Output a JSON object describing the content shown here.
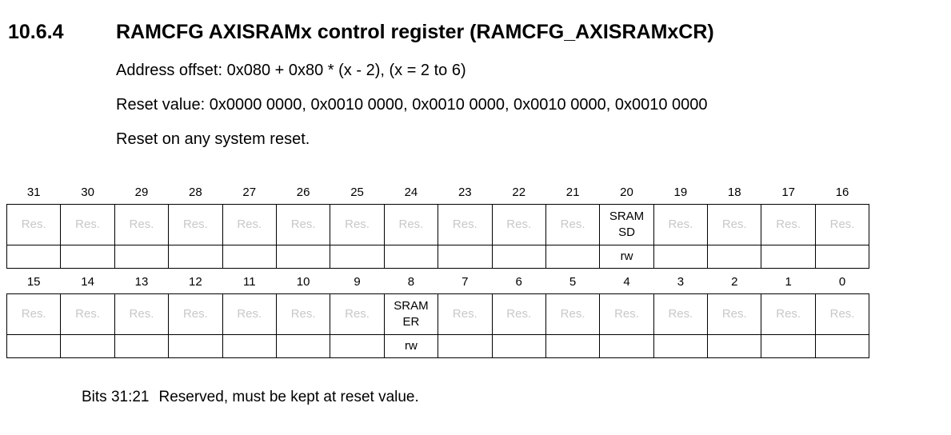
{
  "section": {
    "number": "10.6.4",
    "title": "RAMCFG AXISRAMx control register (RAMCFG_AXISRAMxCR)"
  },
  "paragraphs": {
    "address_offset": "Address offset: 0x080 + 0x80 * (x - 2), (x = 2 to 6)",
    "reset_value": "Reset value: 0x0000 0000, 0x0010 0000, 0x0010 0000, 0x0010 0000, 0x0010 0000",
    "reset_note": "Reset on any system reset."
  },
  "register": {
    "high": {
      "bits": [
        "31",
        "30",
        "29",
        "28",
        "27",
        "26",
        "25",
        "24",
        "23",
        "22",
        "21",
        "20",
        "19",
        "18",
        "17",
        "16"
      ],
      "fields": [
        {
          "l1": "Res.",
          "l2": ""
        },
        {
          "l1": "Res.",
          "l2": ""
        },
        {
          "l1": "Res.",
          "l2": ""
        },
        {
          "l1": "Res.",
          "l2": ""
        },
        {
          "l1": "Res.",
          "l2": ""
        },
        {
          "l1": "Res.",
          "l2": ""
        },
        {
          "l1": "Res.",
          "l2": ""
        },
        {
          "l1": "Res.",
          "l2": ""
        },
        {
          "l1": "Res.",
          "l2": ""
        },
        {
          "l1": "Res.",
          "l2": ""
        },
        {
          "l1": "Res.",
          "l2": ""
        },
        {
          "l1": "SRAM",
          "l2": "SD"
        },
        {
          "l1": "Res.",
          "l2": ""
        },
        {
          "l1": "Res.",
          "l2": ""
        },
        {
          "l1": "Res.",
          "l2": ""
        },
        {
          "l1": "Res.",
          "l2": ""
        }
      ],
      "access": [
        "",
        "",
        "",
        "",
        "",
        "",
        "",
        "",
        "",
        "",
        "",
        "rw",
        "",
        "",
        "",
        ""
      ]
    },
    "low": {
      "bits": [
        "15",
        "14",
        "13",
        "12",
        "11",
        "10",
        "9",
        "8",
        "7",
        "6",
        "5",
        "4",
        "3",
        "2",
        "1",
        "0"
      ],
      "fields": [
        {
          "l1": "Res.",
          "l2": ""
        },
        {
          "l1": "Res.",
          "l2": ""
        },
        {
          "l1": "Res.",
          "l2": ""
        },
        {
          "l1": "Res.",
          "l2": ""
        },
        {
          "l1": "Res.",
          "l2": ""
        },
        {
          "l1": "Res.",
          "l2": ""
        },
        {
          "l1": "Res.",
          "l2": ""
        },
        {
          "l1": "SRAM",
          "l2": "ER"
        },
        {
          "l1": "Res.",
          "l2": ""
        },
        {
          "l1": "Res.",
          "l2": ""
        },
        {
          "l1": "Res.",
          "l2": ""
        },
        {
          "l1": "Res.",
          "l2": ""
        },
        {
          "l1": "Res.",
          "l2": ""
        },
        {
          "l1": "Res.",
          "l2": ""
        },
        {
          "l1": "Res.",
          "l2": ""
        },
        {
          "l1": "Res.",
          "l2": ""
        }
      ],
      "access": [
        "",
        "",
        "",
        "",
        "",
        "",
        "",
        "rw",
        "",
        "",
        "",
        "",
        "",
        "",
        "",
        ""
      ]
    }
  },
  "bit_descriptions": [
    {
      "bits": "Bits 31:21",
      "text": "Reserved, must be kept at reset value."
    }
  ]
}
